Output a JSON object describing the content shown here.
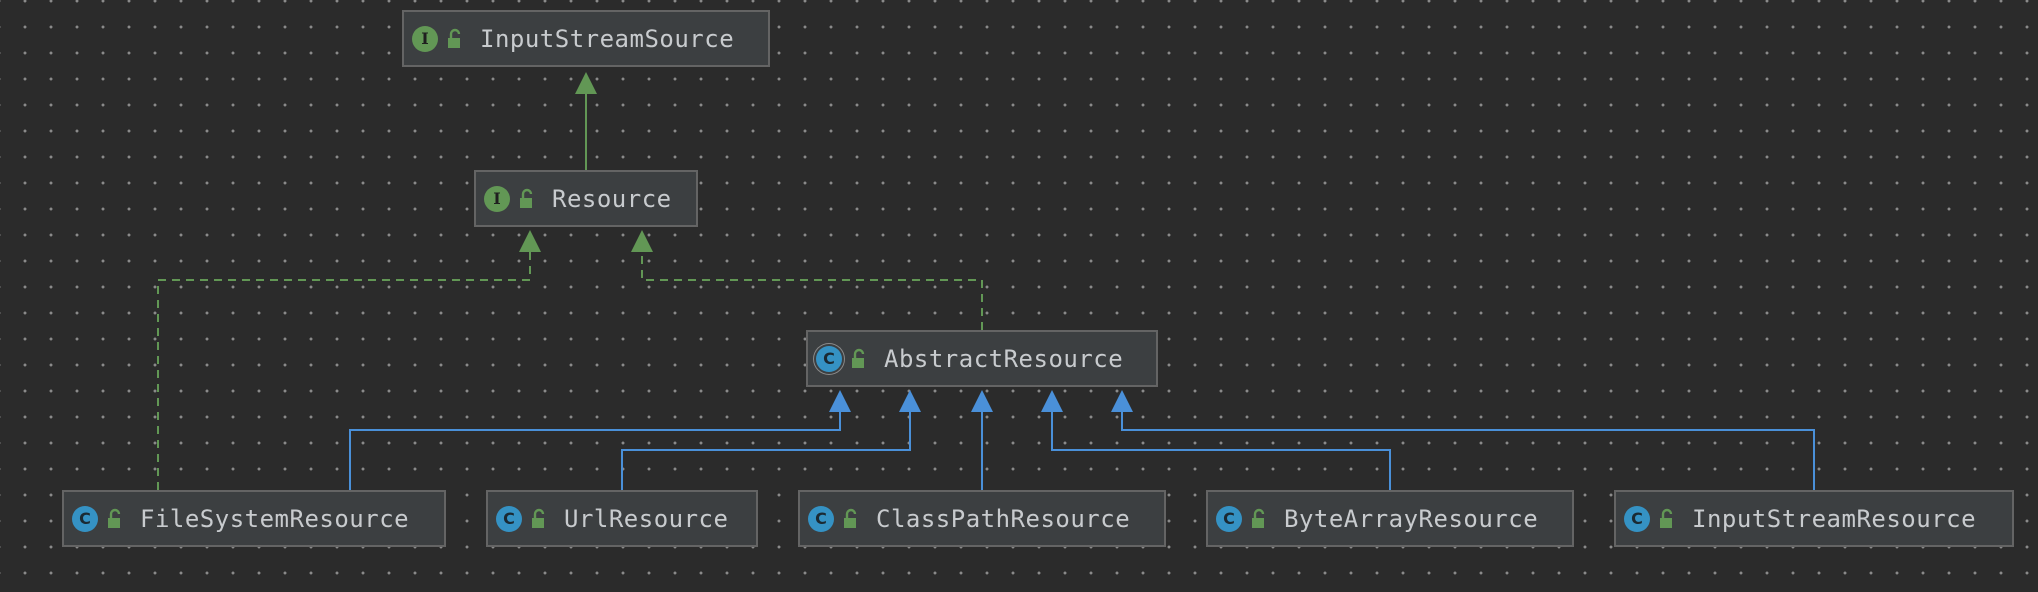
{
  "diagram": {
    "nodes": [
      {
        "id": "input-stream-source",
        "label": "InputStreamSource",
        "kind": "interface",
        "badge": "I"
      },
      {
        "id": "resource",
        "label": "Resource",
        "kind": "interface",
        "badge": "I"
      },
      {
        "id": "abstract-resource",
        "label": "AbstractResource",
        "kind": "abstract",
        "badge": "C"
      },
      {
        "id": "file-system-resource",
        "label": "FileSystemResource",
        "kind": "class",
        "badge": "C"
      },
      {
        "id": "url-resource",
        "label": "UrlResource",
        "kind": "class",
        "badge": "C"
      },
      {
        "id": "class-path-resource",
        "label": "ClassPathResource",
        "kind": "class",
        "badge": "C"
      },
      {
        "id": "byte-array-resource",
        "label": "ByteArrayResource",
        "kind": "class",
        "badge": "C"
      },
      {
        "id": "input-stream-resource",
        "label": "InputStreamResource",
        "kind": "class",
        "badge": "C"
      }
    ],
    "edges": [
      {
        "from": "resource",
        "to": "input-stream-source",
        "type": "extends"
      },
      {
        "from": "file-system-resource",
        "to": "resource",
        "type": "implements"
      },
      {
        "from": "abstract-resource",
        "to": "resource",
        "type": "implements"
      },
      {
        "from": "file-system-resource",
        "to": "abstract-resource",
        "type": "extends"
      },
      {
        "from": "url-resource",
        "to": "abstract-resource",
        "type": "extends"
      },
      {
        "from": "class-path-resource",
        "to": "abstract-resource",
        "type": "extends"
      },
      {
        "from": "byte-array-resource",
        "to": "abstract-resource",
        "type": "extends"
      },
      {
        "from": "input-stream-resource",
        "to": "abstract-resource",
        "type": "extends"
      }
    ],
    "colors": {
      "background": "#2b2b2b",
      "node_fill": "#3c3f41",
      "node_border": "#646464",
      "interface_badge": "#629755",
      "class_badge": "#3592c4",
      "interface_edge": "#629755",
      "class_edge": "#4a90d9",
      "lock_icon": "#629755",
      "text": "#c8cbce"
    },
    "icons": {
      "interface": "interface-icon",
      "class": "class-icon",
      "abstract": "abstract-class-icon",
      "visibility": "public-lock-icon"
    }
  }
}
